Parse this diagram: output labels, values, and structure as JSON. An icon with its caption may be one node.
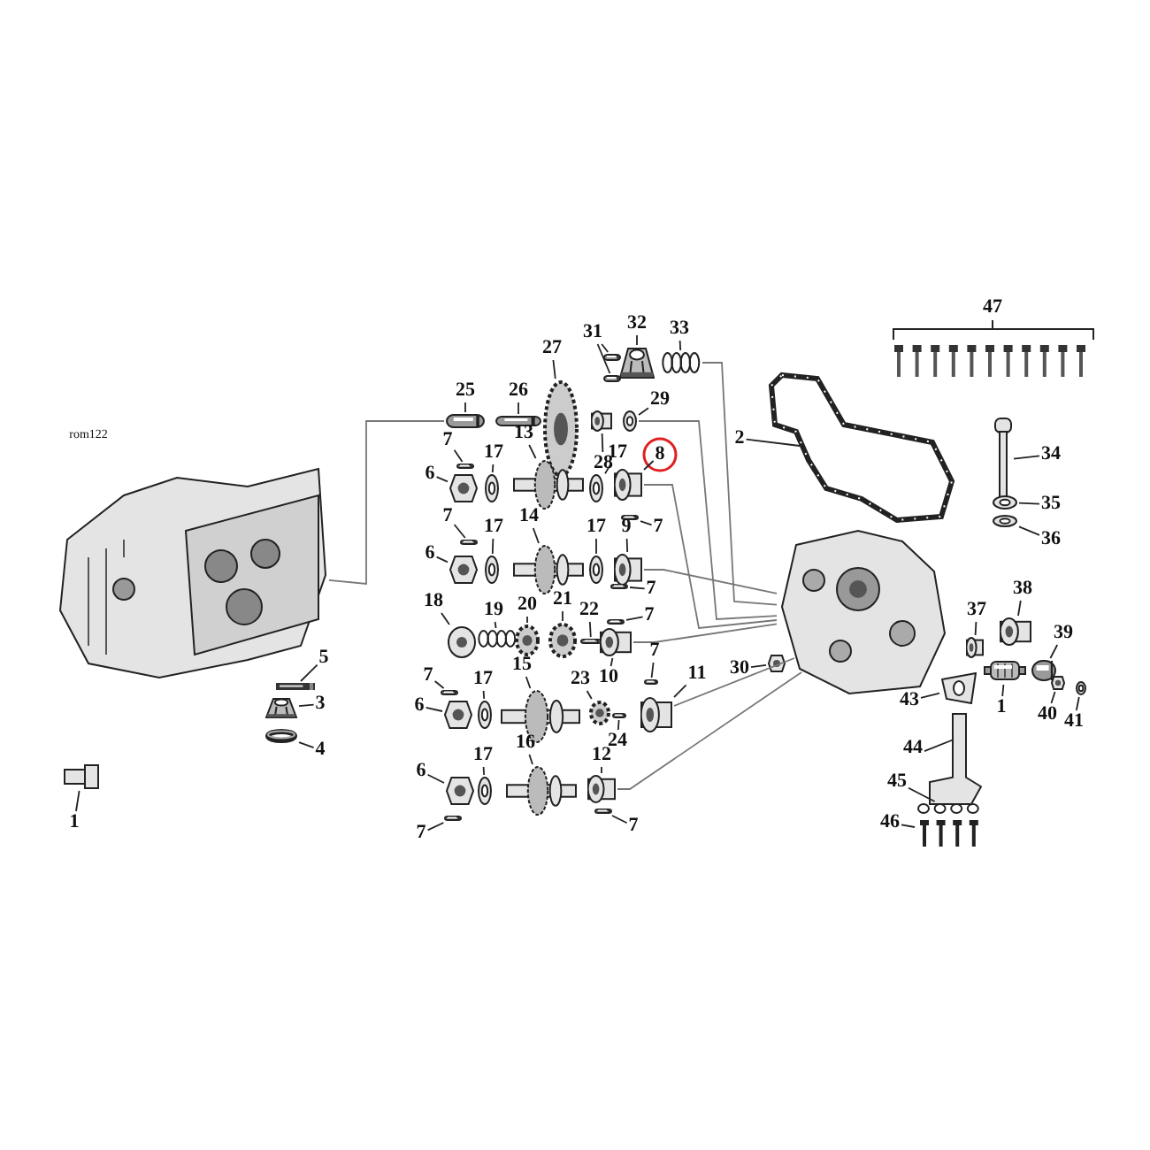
{
  "diagram": {
    "nodes": [
      {
        "text": [],
        "shape": "picture"
      },
      {
        "text": [
          "1"
        ]
      },
      {
        "text": [],
        "shape": "picture"
      },
      {
        "text": [
          "5"
        ]
      },
      {
        "text": [],
        "shape": "picture"
      },
      {
        "text": [
          "3"
        ]
      },
      {
        "text": [],
        "shape": "picture"
      },
      {
        "text": [
          "4"
        ]
      },
      {
        "text": [],
        "shape": "picture"
      },
      {
        "text": [
          "25"
        ]
      },
      {
        "text": [],
        "shape": "picture"
      },
      {
        "text": [
          "26"
        ]
      },
      {
        "text": [],
        "shape": "picture"
      },
      {
        "text": [
          "27"
        ]
      },
      {
        "text": [],
        "shape": "picture"
      },
      {
        "text": [
          "31"
        ]
      },
      {
        "text": [],
        "shape": "picture"
      },
      {
        "text": [],
        "shape": "picture"
      },
      {
        "text": [
          "32"
        ]
      },
      {
        "text": [],
        "shape": "picture"
      },
      {
        "text": [
          "33"
        ]
      },
      {
        "text": [],
        "shape": "picture"
      },
      {
        "text": [
          "29"
        ]
      },
      {
        "text": [],
        "shape": "picture"
      },
      {
        "text": [
          "28"
        ]
      },
      {
        "text": [],
        "shape": "picture"
      },
      {
        "text": [
          "2"
        ]
      },
      {
        "text": [],
        "shape": "picture"
      },
      {
        "text": [
          "34"
        ]
      },
      {
        "text": [],
        "shape": "picture"
      },
      {
        "text": [
          "35"
        ]
      },
      {
        "text": [],
        "shape": "picture"
      },
      {
        "text": [
          "36"
        ]
      },
      {
        "text": [],
        "shape": "picture"
      },
      {
        "text": [
          "7"
        ]
      },
      {
        "text": [],
        "shape": "picture"
      },
      {
        "text": [
          "6"
        ]
      },
      {
        "text": [],
        "shape": "picture"
      },
      {
        "text": [
          "17"
        ]
      },
      {
        "text": [],
        "shape": "picture"
      },
      {
        "text": [
          "13"
        ]
      },
      {
        "text": [],
        "shape": "picture"
      },
      {
        "text": [
          "17"
        ]
      },
      {
        "text": [],
        "shape": "picture"
      },
      {
        "text": [
          "8"
        ]
      },
      {
        "text": [],
        "shape": "picture"
      },
      {
        "text": [
          "7"
        ]
      },
      {
        "text": [],
        "shape": "picture"
      },
      {
        "text": [
          "7"
        ]
      },
      {
        "text": [],
        "shape": "picture"
      },
      {
        "text": [
          "6"
        ]
      },
      {
        "text": [],
        "shape": "picture"
      },
      {
        "text": [
          "17"
        ]
      },
      {
        "text": [],
        "shape": "picture"
      },
      {
        "text": [
          "14"
        ]
      },
      {
        "text": [],
        "shape": "picture"
      },
      {
        "text": [
          "17"
        ]
      },
      {
        "text": [],
        "shape": "picture"
      },
      {
        "text": [
          "9"
        ]
      },
      {
        "text": [],
        "shape": "picture"
      },
      {
        "text": [
          "7"
        ]
      },
      {
        "text": [],
        "shape": "picture"
      },
      {
        "text": [
          "18"
        ]
      },
      {
        "text": [],
        "shape": "picture"
      },
      {
        "text": [
          "19"
        ]
      },
      {
        "text": [],
        "shape": "picture"
      },
      {
        "text": [
          "20"
        ]
      },
      {
        "text": [],
        "shape": "picture"
      },
      {
        "text": [
          "21"
        ]
      },
      {
        "text": [],
        "shape": "picture"
      },
      {
        "text": [
          "22"
        ]
      },
      {
        "text": [],
        "shape": "picture"
      },
      {
        "text": [
          "7"
        ]
      },
      {
        "text": [],
        "shape": "picture"
      },
      {
        "text": [
          "10"
        ]
      },
      {
        "text": [],
        "shape": "picture"
      },
      {
        "text": [
          "7"
        ]
      },
      {
        "text": [],
        "shape": "picture"
      },
      {
        "text": [
          "6"
        ]
      },
      {
        "text": [],
        "shape": "picture"
      },
      {
        "text": [
          "17"
        ]
      },
      {
        "text": [],
        "shape": "picture"
      },
      {
        "text": [
          "15"
        ]
      },
      {
        "text": [],
        "shape": "picture"
      },
      {
        "text": [
          "23"
        ]
      },
      {
        "text": [],
        "shape": "picture"
      },
      {
        "text": [
          "24"
        ]
      },
      {
        "text": [],
        "shape": "picture"
      },
      {
        "text": [
          "7"
        ]
      },
      {
        "text": [],
        "shape": "picture"
      },
      {
        "text": [
          "11"
        ]
      },
      {
        "text": [],
        "shape": "picture"
      },
      {
        "text": [
          "6"
        ]
      },
      {
        "text": [],
        "shape": "picture"
      },
      {
        "text": [
          "17"
        ]
      },
      {
        "text": [],
        "shape": "picture"
      },
      {
        "text": [
          "16"
        ]
      },
      {
        "text": [],
        "shape": "picture"
      },
      {
        "text": [
          "12"
        ]
      },
      {
        "text": [],
        "shape": "picture"
      },
      {
        "text": [
          "7"
        ]
      },
      {
        "text": [],
        "shape": "picture"
      },
      {
        "text": [
          "7"
        ]
      },
      {
        "text": [],
        "shape": "picture"
      },
      {
        "text": [],
        "shape": "picture"
      },
      {
        "text": [
          "30"
        ]
      },
      {
        "text": [],
        "shape": "picture"
      },
      {
        "text": [
          "37"
        ]
      },
      {
        "text": [],
        "shape": "picture"
      },
      {
        "text": [
          "38"
        ]
      },
      {
        "text": [],
        "shape": "picture"
      },
      {
        "text": [
          "1"
        ]
      },
      {
        "text": [],
        "shape": "picture"
      },
      {
        "text": [
          "39"
        ]
      },
      {
        "text": [],
        "shape": "picture"
      },
      {
        "text": [
          "40"
        ]
      },
      {
        "text": [],
        "shape": "picture"
      },
      {
        "text": [
          "41"
        ]
      },
      {
        "text": [],
        "shape": "picture"
      },
      {
        "text": [
          "43"
        ]
      },
      {
        "text": [],
        "shape": "picture"
      },
      {
        "text": [
          "44"
        ]
      },
      {
        "text": [],
        "shape": "picture"
      },
      {
        "text": [
          "45"
        ]
      },
      {
        "text": [],
        "shape": "picture"
      },
      {
        "text": [
          "46"
        ]
      },
      {
        "text": [],
        "shape": "picture"
      }
    ],
    "edges": [
      {
        "from": 1,
        "to": 2,
        "arrow": "none"
      },
      {
        "from": 3,
        "to": 4,
        "arrow": "none"
      },
      {
        "from": 5,
        "to": 6,
        "arrow": "none"
      },
      {
        "from": 7,
        "to": 8,
        "arrow": "none"
      },
      {
        "from": 9,
        "to": 10,
        "arrow": "none"
      },
      {
        "from": 11,
        "to": 12,
        "arrow": "none"
      },
      {
        "from": 13,
        "to": 14,
        "arrow": "none"
      },
      {
        "from": 15,
        "to": 16,
        "arrow": "none"
      },
      {
        "from": 15,
        "to": 17,
        "arrow": "none"
      },
      {
        "from": 18,
        "to": 19,
        "arrow": "none"
      },
      {
        "from": 20,
        "to": 21,
        "arrow": "none"
      },
      {
        "from": 22,
        "to": 23,
        "arrow": "none"
      },
      {
        "from": 24,
        "to": 25,
        "arrow": "none"
      },
      {
        "from": 26,
        "to": 27,
        "arrow": "none"
      },
      {
        "from": 28,
        "to": 29,
        "arrow": "none"
      },
      {
        "from": 30,
        "to": 31,
        "arrow": "none"
      },
      {
        "from": 32,
        "to": 33,
        "arrow": "none"
      },
      {
        "from": 34,
        "to": 35,
        "arrow": "none"
      },
      {
        "from": 36,
        "to": 37,
        "arrow": "none"
      },
      {
        "from": 38,
        "to": 39,
        "arrow": "none"
      },
      {
        "from": 40,
        "to": 41,
        "arrow": "none"
      },
      {
        "from": 42,
        "to": 43,
        "arrow": "none"
      },
      {
        "from": 44,
        "to": 45,
        "arrow": "none"
      },
      {
        "from": 46,
        "to": 47,
        "arrow": "none"
      },
      {
        "from": 48,
        "to": 49,
        "arrow": "none"
      },
      {
        "from": 50,
        "to": 51,
        "arrow": "none"
      },
      {
        "from": 52,
        "to": 53,
        "arrow": "none"
      },
      {
        "from": 54,
        "to": 55,
        "arrow": "none"
      },
      {
        "from": 56,
        "to": 57,
        "arrow": "none"
      },
      {
        "from": 58,
        "to": 59,
        "arrow": "none"
      },
      {
        "from": 60,
        "to": 61,
        "arrow": "none"
      },
      {
        "from": 62,
        "to": 63,
        "arrow": "none"
      },
      {
        "from": 64,
        "to": 65,
        "arrow": "none"
      },
      {
        "from": 66,
        "to": 67,
        "arrow": "none"
      },
      {
        "from": 68,
        "to": 69,
        "arrow": "none"
      },
      {
        "from": 70,
        "to": 71,
        "arrow": "none"
      },
      {
        "from": 72,
        "to": 73,
        "arrow": "none"
      },
      {
        "from": 74,
        "to": 75,
        "arrow": "none"
      },
      {
        "from": 76,
        "to": 77,
        "arrow": "none"
      },
      {
        "from": 78,
        "to": 79,
        "arrow": "none"
      },
      {
        "from": 80,
        "to": 81,
        "arrow": "none"
      },
      {
        "from": 82,
        "to": 83,
        "arrow": "none"
      },
      {
        "from": 84,
        "to": 85,
        "arrow": "none"
      },
      {
        "from": 86,
        "to": 87,
        "arrow": "none"
      },
      {
        "from": 88,
        "to": 89,
        "arrow": "none"
      },
      {
        "from": 90,
        "to": 91,
        "arrow": "none"
      },
      {
        "from": 92,
        "to": 93,
        "arrow": "none"
      },
      {
        "from": 94,
        "to": 95,
        "arrow": "none"
      },
      {
        "from": 96,
        "to": 97,
        "arrow": "none"
      },
      {
        "from": 98,
        "to": 99,
        "arrow": "none"
      },
      {
        "from": 100,
        "to": 101,
        "arrow": "none"
      },
      {
        "from": 102,
        "to": 103,
        "arrow": "none"
      },
      {
        "from": 105,
        "to": 106,
        "arrow": "none"
      },
      {
        "from": 107,
        "to": 108,
        "arrow": "none"
      },
      {
        "from": 109,
        "to": 110,
        "arrow": "none"
      },
      {
        "from": 111,
        "to": 112,
        "arrow": "none"
      },
      {
        "from": 113,
        "to": 114,
        "arrow": "none"
      },
      {
        "from": 115,
        "to": 116,
        "arrow": "none"
      },
      {
        "from": 117,
        "to": 118,
        "arrow": "none"
      },
      {
        "from": 119,
        "to": 120,
        "arrow": "none"
      },
      {
        "from": 121,
        "to": 122,
        "arrow": "none"
      },
      {
        "from": 123,
        "to": 124,
        "arrow": "none"
      },
      {
        "from": 125,
        "to": 126,
        "arrow": "none"
      },
      {
        "from": 10,
        "to": 0,
        "arrow": "none",
        "color": "#777777"
      },
      {
        "from": 21,
        "to": 104,
        "arrow": "none",
        "color": "#777777"
      },
      {
        "from": 23,
        "to": 104,
        "arrow": "none",
        "color": "#777777"
      },
      {
        "from": 45,
        "to": 104,
        "arrow": "none",
        "color": "#777777"
      },
      {
        "from": 59,
        "to": 104,
        "arrow": "none",
        "color": "#777777"
      },
      {
        "from": 75,
        "to": 104,
        "arrow": "none",
        "color": "#777777"
      },
      {
        "from": 91,
        "to": 104,
        "arrow": "none",
        "color": "#777777"
      },
      {
        "from": 99,
        "to": 104,
        "arrow": "none",
        "color": "#777777"
      }
    ],
    "labels": [
      "rom122",
      "47"
    ]
  }
}
